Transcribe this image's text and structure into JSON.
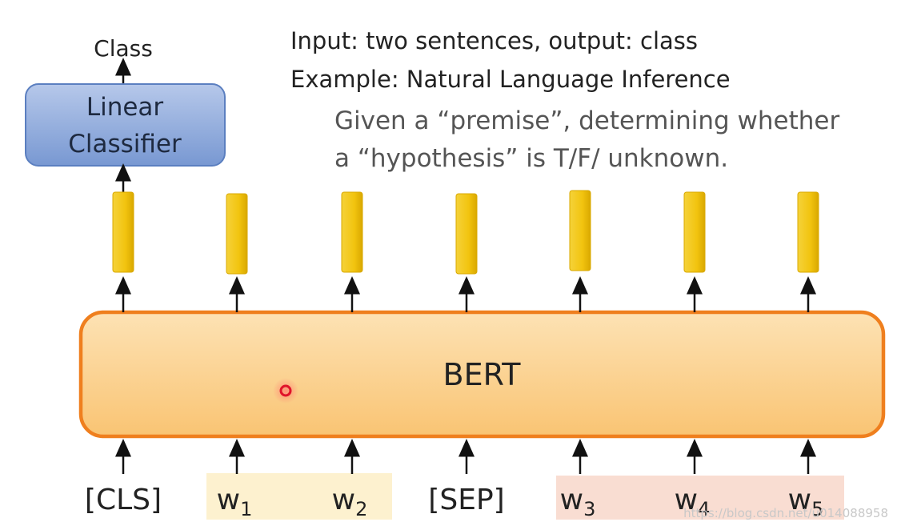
{
  "description": {
    "line1": "Input: two sentences, output: class",
    "line2": "Example: Natural Language Inference",
    "line3": "Given a “premise”, determining whether",
    "line4": "a “hypothesis” is T/F/ unknown."
  },
  "output_label": "Class",
  "classifier": {
    "line1": "Linear",
    "line2": "Classifier"
  },
  "model_label": "BERT",
  "tokens": [
    {
      "base": "[CLS]",
      "sub": ""
    },
    {
      "base": "w",
      "sub": "1"
    },
    {
      "base": "w",
      "sub": "2"
    },
    {
      "base": "[SEP]",
      "sub": ""
    },
    {
      "base": "w",
      "sub": "3"
    },
    {
      "base": "w",
      "sub": "4"
    },
    {
      "base": "w",
      "sub": "5"
    }
  ],
  "watermark": "https://blog.csdn.net/u014088958",
  "colors": {
    "embedding_fill": "#f2c40f",
    "embedding_edge": "#d9a800",
    "bert_fill": "#fbd28c",
    "bert_border": "#ef7f1e",
    "classifier_fill": "#7f9fd6",
    "classifier_border": "#5b7fc0",
    "sentence1_highlight": "#fdf1cf",
    "sentence2_highlight": "#f9ddd2",
    "pointer_dot": "#e0142a"
  }
}
